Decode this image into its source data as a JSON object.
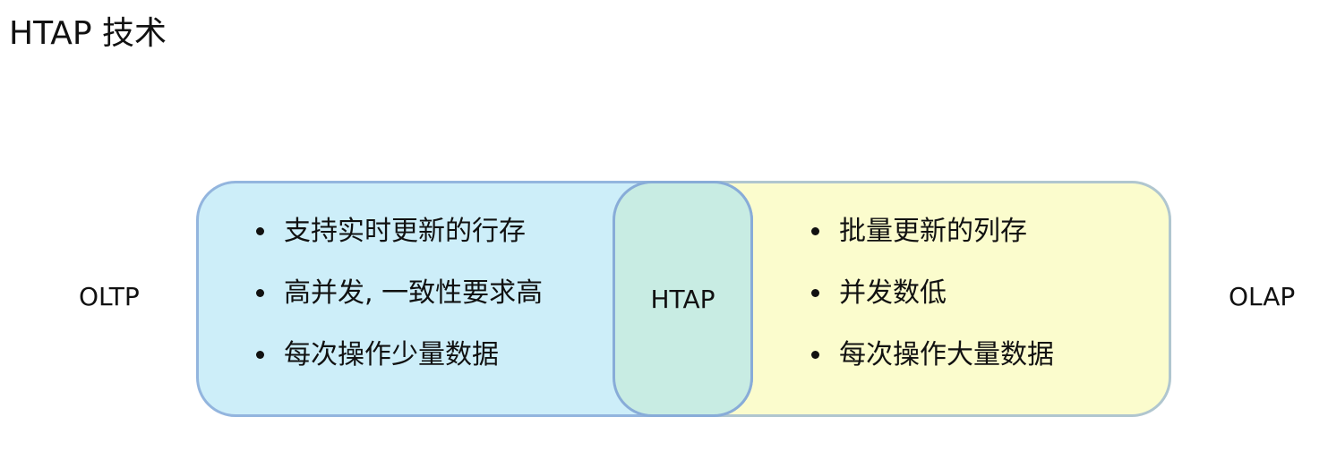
{
  "title": "HTAP 技术",
  "labels": {
    "left": "OLTP",
    "center": "HTAP",
    "right": "OLAP"
  },
  "oltp": {
    "items": [
      "支持实时更新的行存",
      "高并发, 一致性要求高",
      "每次操作少量数据"
    ]
  },
  "olap": {
    "items": [
      "批量更新的列存",
      "并发数低",
      "每次操作大量数据"
    ]
  },
  "colors": {
    "oltp_fill": "#cdeef9",
    "htap_fill": "#c8ece3",
    "olap_fill": "#fbfccd",
    "border": "#93b5de"
  }
}
